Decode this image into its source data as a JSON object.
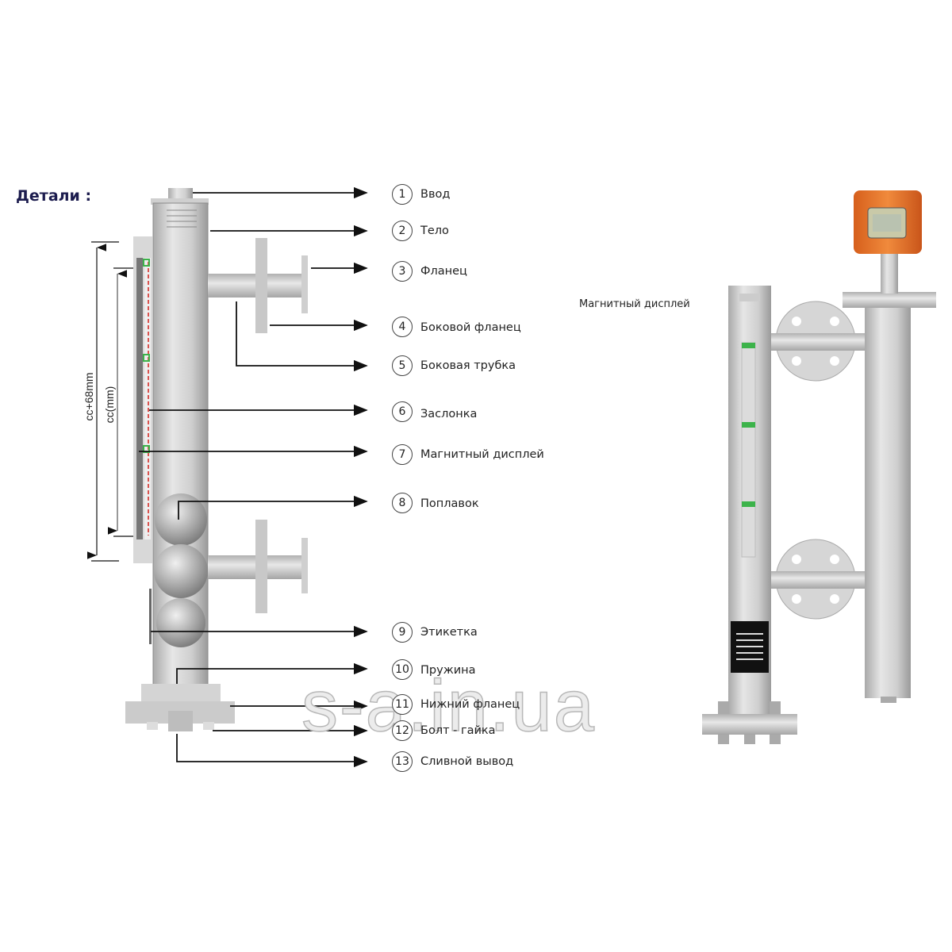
{
  "title": "Детали :",
  "dimensions": {
    "outer": "cc+68mm",
    "inner": "cc(mm)"
  },
  "parts": [
    {
      "num": "1",
      "label": "Ввод"
    },
    {
      "num": "2",
      "label": "Тело"
    },
    {
      "num": "3",
      "label": "Фланец"
    },
    {
      "num": "4",
      "label": "Боковой фланец"
    },
    {
      "num": "5",
      "label": "Боковая трубка"
    },
    {
      "num": "6",
      "label": "Заслонка"
    },
    {
      "num": "7",
      "label": "Магнитный дисплей"
    },
    {
      "num": "8",
      "label": "Поплавок"
    },
    {
      "num": "9",
      "label": "Этикетка"
    },
    {
      "num": "10",
      "label": "Пружина"
    },
    {
      "num": "11",
      "label": "Нижний фланец"
    },
    {
      "num": "12",
      "label": "Болт - гайка"
    },
    {
      "num": "13",
      "label": "Сливной вывод"
    }
  ],
  "product_caption": "Магнитный дисплей",
  "watermark": "s-a.in.ua",
  "colors": {
    "steel": "#c9c9c9",
    "indicator_green": "#3cb34a",
    "transmitter_orange": "#e8742a",
    "title": "#1c1c4e"
  }
}
